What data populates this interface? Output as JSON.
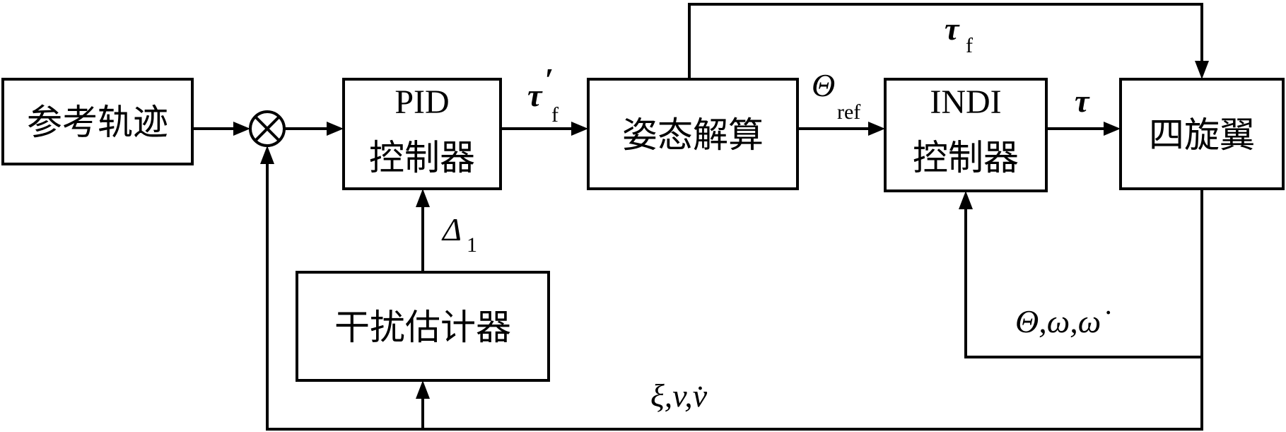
{
  "blocks": {
    "reference": "参考轨迹",
    "pid_line1": "PID",
    "pid_line2": "控制器",
    "attitude": "姿态解算",
    "indi_line1": "INDI",
    "indi_line2": "控制器",
    "quadrotor": "四旋翼",
    "estimator": "干扰估计器"
  },
  "signals": {
    "tau_f_prime": {
      "symbol": "τ",
      "prime": "′",
      "sub": "f"
    },
    "tau_f": {
      "symbol": "τ",
      "sub": "f"
    },
    "theta_ref": {
      "symbol": "Θ",
      "sub": "ref"
    },
    "tau": {
      "symbol": "τ"
    },
    "delta1": {
      "symbol": "Δ",
      "sub": "1"
    },
    "theta_omega": {
      "text": "Θ,ω,ω̇"
    },
    "xi_v": {
      "text": "ξ,v,v̇"
    }
  }
}
